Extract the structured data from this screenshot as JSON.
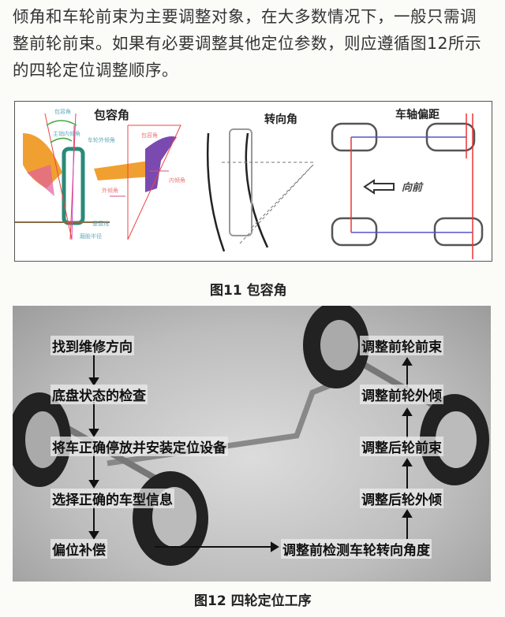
{
  "paragraph": [
    "倾角和车轮前束为主要调整对象，在大多数情况下，一般只需调",
    "整前轮前束。如果有必要调整其他定位参数，则应遵循图12所示",
    "的四轮定位调整顺序。"
  ],
  "figure11": {
    "caption": "图11 包容角",
    "panel1": {
      "title": "包容角",
      "labels": [
        "包容角",
        "主销内倾角",
        "车轮外倾角",
        "包容角",
        "内倾角",
        "外倾角",
        "垂直线",
        "磨胎半径"
      ]
    },
    "panel2": {
      "title": "转向角"
    },
    "panel3": {
      "title": "车轴偏距",
      "arrow_label": "向前"
    }
  },
  "figure12": {
    "caption": "图12 四轮定位工序",
    "left_steps": [
      "找到维修方向",
      "底盘状态的检查",
      "将车正确停放并安装定位设备",
      "选择正确的车型信息",
      "偏位补偿"
    ],
    "bottom_step": "调整前检测车轮转向角度",
    "right_steps": [
      "调整后轮外倾",
      "调整后轮前束",
      "调整前轮外倾",
      "调整前轮前束"
    ]
  }
}
